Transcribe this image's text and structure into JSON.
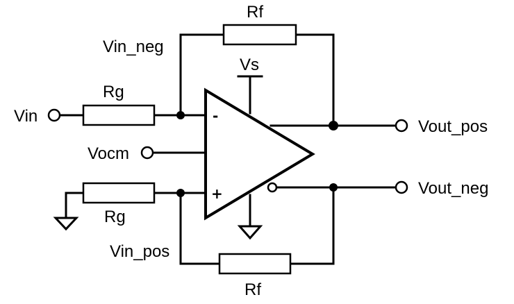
{
  "labels": {
    "vin": "Vin",
    "vin_neg": "Vin_neg",
    "vin_pos": "Vin_pos",
    "vocm": "Vocm",
    "vs": "Vs",
    "rg_top": "Rg",
    "rg_bottom": "Rg",
    "rf_top": "Rf",
    "rf_bottom": "Rf",
    "vout_pos": "Vout_pos",
    "vout_neg": "Vout_neg",
    "minus_sign": "-",
    "plus_sign": "+"
  }
}
